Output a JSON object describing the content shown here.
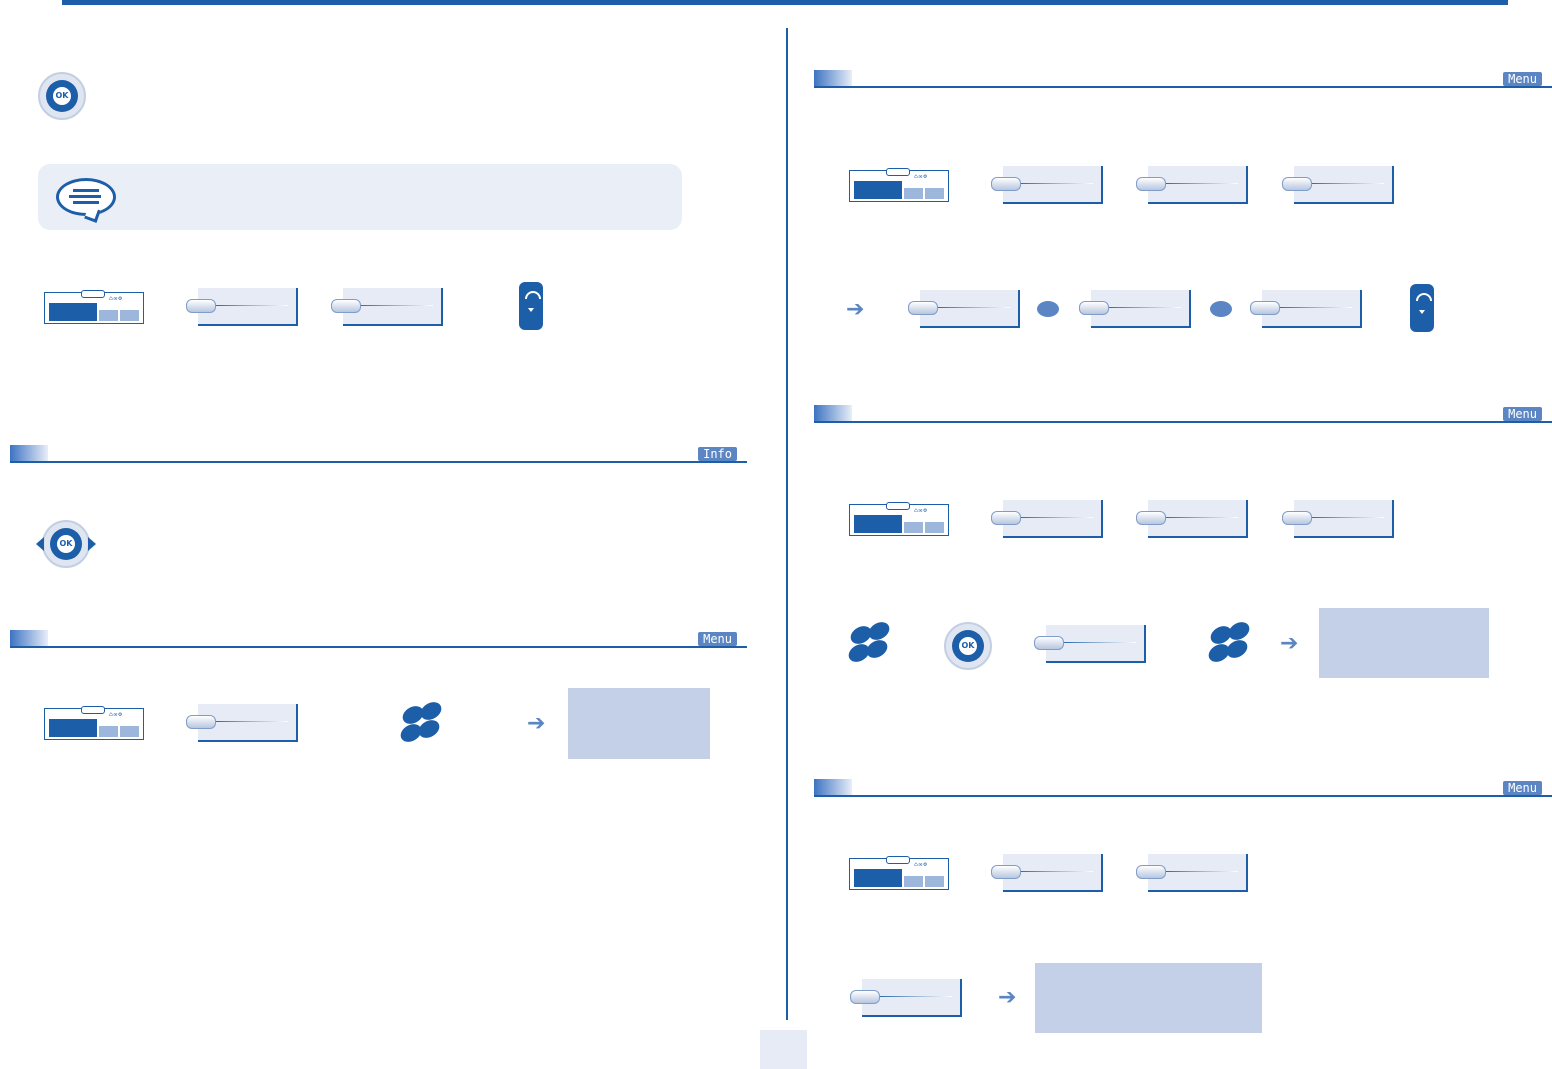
{
  "ok_label": "OK",
  "display_icons": "⌂✉⚙",
  "sections": {
    "info": {
      "tag": "Info"
    },
    "menu_left": {
      "tag": "Menu"
    },
    "menu_right_1": {
      "tag": "Menu"
    },
    "menu_right_2": {
      "tag": "Menu"
    },
    "menu_right_3": {
      "tag": "Menu"
    }
  },
  "arrow_glyph": "➔"
}
